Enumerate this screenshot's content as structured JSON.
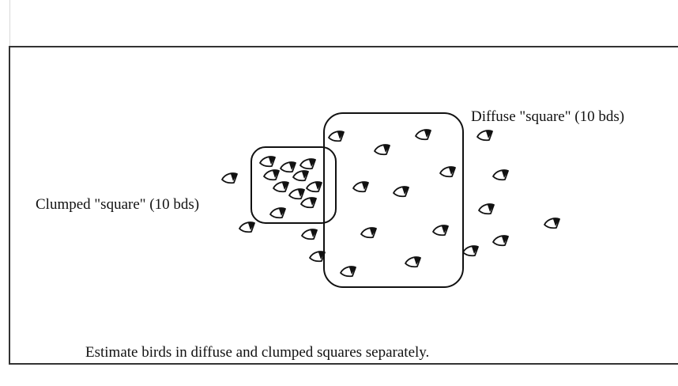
{
  "labels": {
    "diffuse": "Diffuse \"square\" (10 bds)",
    "clumped": "Clumped \"square\" (10 bds)"
  },
  "caption": "Estimate birds in diffuse and clumped squares separately.",
  "icons": {
    "bird": "bird-icon"
  },
  "colors": {
    "ink": "#111111",
    "frame": "#333333"
  }
}
